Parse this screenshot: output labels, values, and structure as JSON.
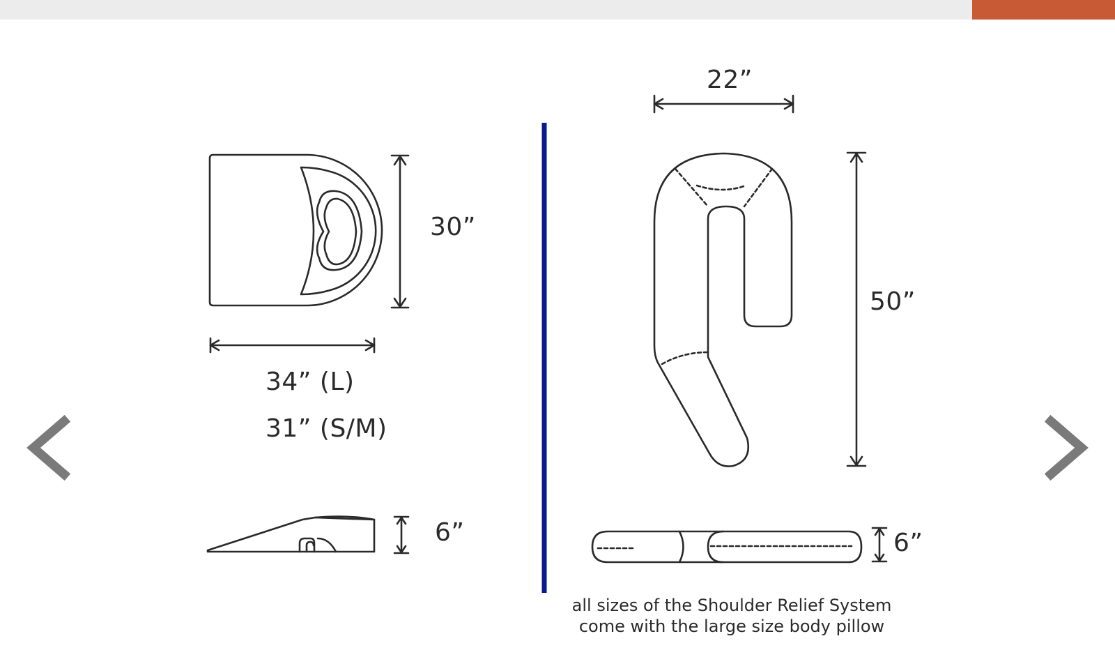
{
  "colors": {
    "top_bar": "#ececec",
    "accent": "#c85a35",
    "divider": "#0a1a8c",
    "line_art": "#2a2a2a",
    "nav_arrow": "#7a7a7a"
  },
  "navigation": {
    "prev_icon": "chevron-left-icon",
    "next_icon": "chevron-right-icon"
  },
  "left_product": {
    "width_label": "30”",
    "length_large_label": "34” (L)",
    "length_sm_label": "31” (S/M)",
    "height_label": "6”"
  },
  "right_product": {
    "width_label": "22”",
    "length_label": "50”",
    "height_label": "6”"
  },
  "caption": {
    "line1": "all sizes of the Shoulder Relief System",
    "line2": "come with the large size body pillow"
  }
}
